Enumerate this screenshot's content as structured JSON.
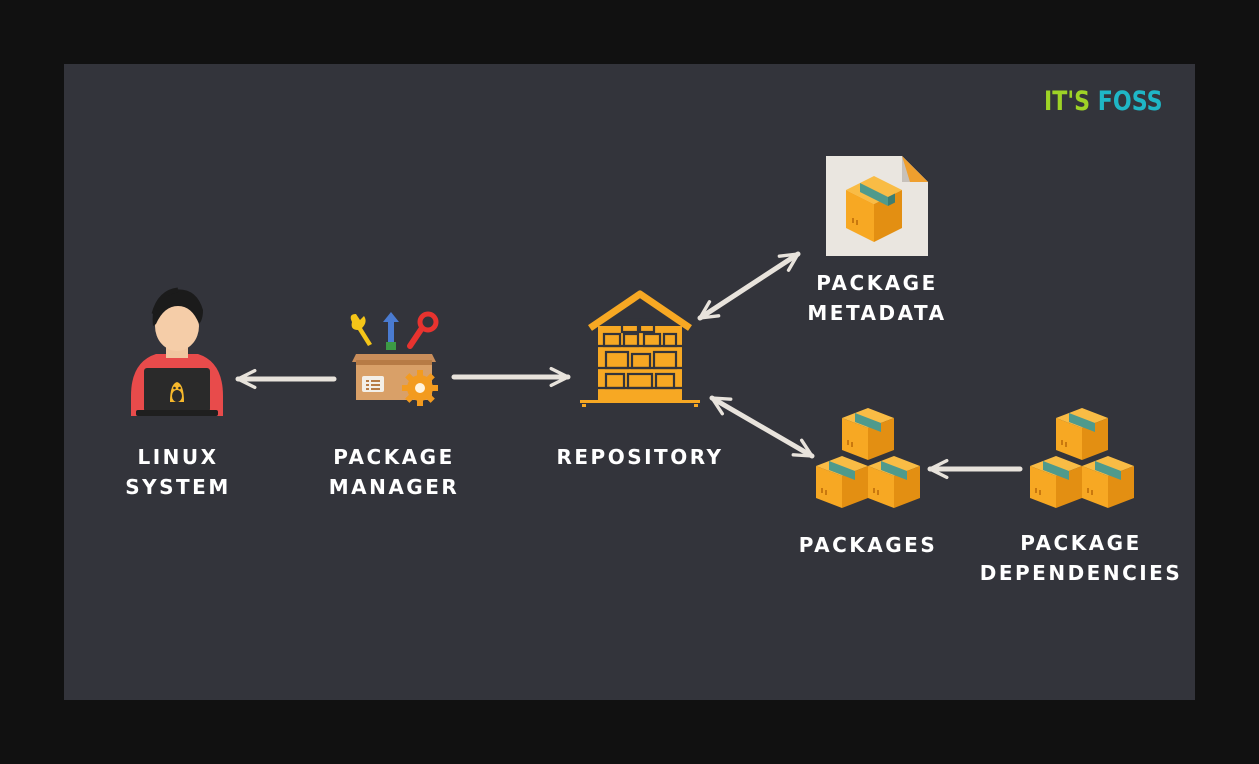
{
  "logo": {
    "part1": "IT'S",
    "part2": "FOSS"
  },
  "nodes": {
    "linux_system": {
      "line1": "LINUX",
      "line2": "SYSTEM"
    },
    "package_manager": {
      "line1": "PACKAGE",
      "line2": "MANAGER"
    },
    "repository": {
      "line1": "REPOSITORY"
    },
    "package_metadata": {
      "line1": "PACKAGE",
      "line2": "METADATA"
    },
    "packages": {
      "line1": "PACKAGES"
    },
    "package_dependencies": {
      "line1": "PACKAGE",
      "line2": "DEPENDENCIES"
    }
  },
  "colors": {
    "background": "#111111",
    "panel": "#33343b",
    "arrow": "#e8e3dc",
    "box": "#f7a823",
    "box_tape": "#4f9a8c",
    "logo_green": "#9ed326",
    "logo_cyan": "#1fb6c6"
  },
  "icons": [
    "user-laptop-icon",
    "toolbox-icon",
    "warehouse-icon",
    "document-package-icon",
    "boxes-icon",
    "boxes-dependencies-icon"
  ]
}
